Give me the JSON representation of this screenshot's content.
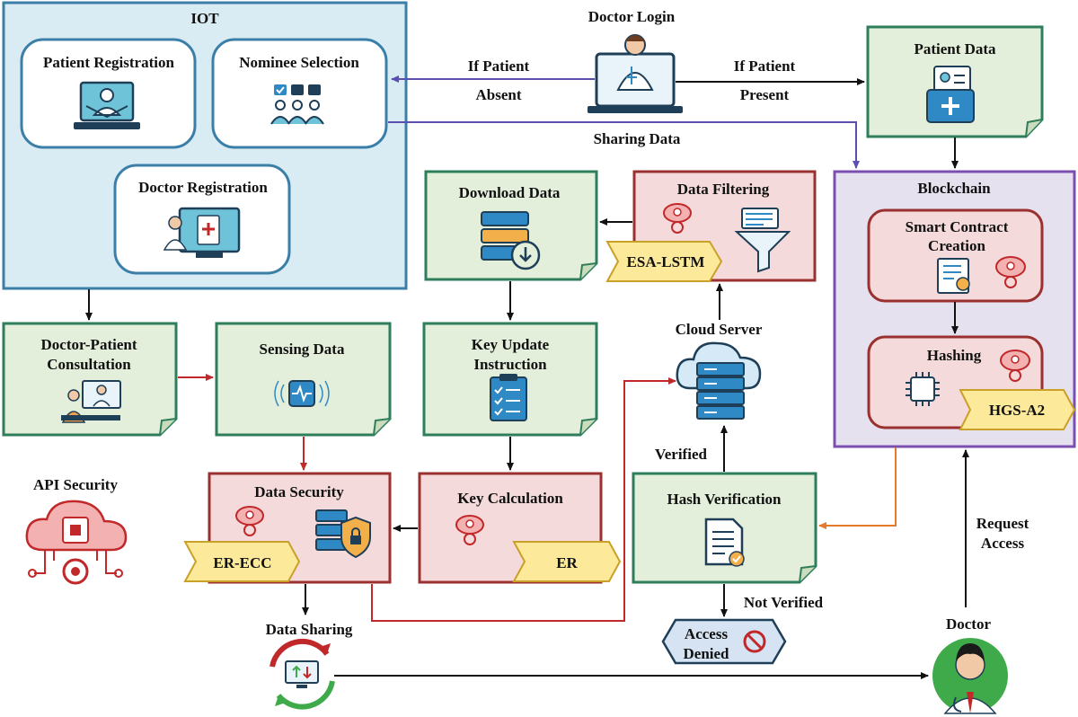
{
  "iot": {
    "title": "IOT",
    "patient_registration": "Patient Registration",
    "nominee_selection": "Nominee Selection",
    "doctor_registration": "Doctor Registration"
  },
  "doctor_login": "Doctor Login",
  "if_patient_absent": [
    "If Patient",
    "Absent"
  ],
  "if_patient_present": [
    "If Patient",
    "Present"
  ],
  "sharing_data": "Sharing Data",
  "patient_data": "Patient Data",
  "blockchain": {
    "title": "Blockchain",
    "smart_contract": [
      "Smart Contract",
      "Creation"
    ],
    "hashing": "Hashing",
    "hashing_tag": "HGS-A2"
  },
  "download_data": "Download Data",
  "data_filtering": "Data Filtering",
  "esa_lstm": "ESA-LSTM",
  "cloud_server": "Cloud Server",
  "doctor_patient_consultation": [
    "Doctor-Patient",
    "Consultation"
  ],
  "sensing_data": "Sensing Data",
  "key_update_instruction": [
    "Key Update",
    "Instruction"
  ],
  "api_security": "API Security",
  "data_security": "Data Security",
  "er_ecc": "ER-ECC",
  "key_calculation": "Key Calculation",
  "er": "ER",
  "verified": "Verified",
  "hash_verification": "Hash Verification",
  "not_verified": "Not Verified",
  "access_denied": [
    "Access",
    "Denied"
  ],
  "request_access": [
    "Request",
    "Access"
  ],
  "data_sharing": "Data Sharing",
  "doctor": "Doctor",
  "colors": {
    "iot_fill": "#d9ebf3",
    "iot_border": "#3b7fa8",
    "green_fill": "#e3efda",
    "green_border": "#2e7d5b",
    "red_fill": "#f4dada",
    "red_border": "#9a3030",
    "purple_fill": "#e6e1ef",
    "purple_border": "#7a4fb0",
    "tag_fill": "#fde99a",
    "tag_border": "#c9a128",
    "arrow_red": "#c0282a",
    "arrow_blue": "#5a4fb0",
    "arrow_orange": "#e47a2a"
  }
}
